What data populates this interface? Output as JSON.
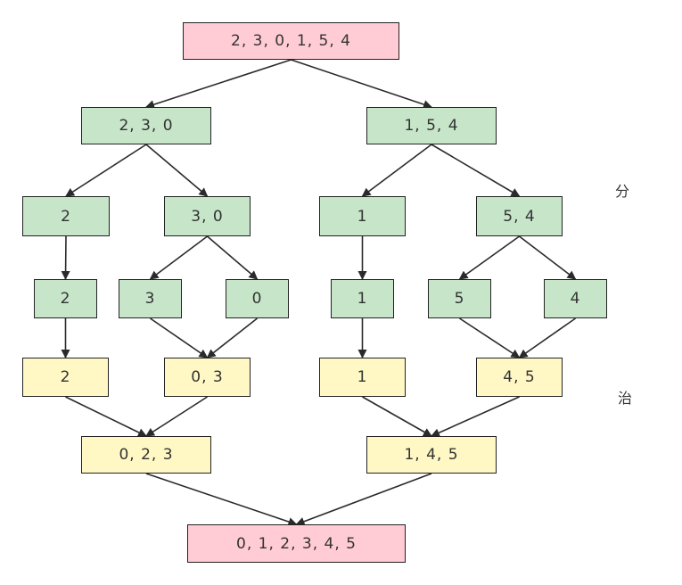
{
  "colors": {
    "pink": "#ffccd5",
    "green": "#c6e5c9",
    "yellow": "#fff8c4",
    "line": "#2a2a2a"
  },
  "labels": {
    "divide": "分",
    "conquer": "治"
  },
  "nodes": [
    {
      "id": "root",
      "text": "2, 3, 0, 1, 5, 4",
      "color": "pink"
    },
    {
      "id": "l1",
      "text": "2, 3, 0",
      "color": "green"
    },
    {
      "id": "r1",
      "text": "1, 5, 4",
      "color": "green"
    },
    {
      "id": "l2a",
      "text": "2",
      "color": "green"
    },
    {
      "id": "l2b",
      "text": "3, 0",
      "color": "green"
    },
    {
      "id": "r2a",
      "text": "1",
      "color": "green"
    },
    {
      "id": "r2b",
      "text": "5, 4",
      "color": "green"
    },
    {
      "id": "l3a",
      "text": "2",
      "color": "green"
    },
    {
      "id": "l3b",
      "text": "3",
      "color": "green"
    },
    {
      "id": "l3c",
      "text": "0",
      "color": "green"
    },
    {
      "id": "r3a",
      "text": "1",
      "color": "green"
    },
    {
      "id": "r3b",
      "text": "5",
      "color": "green"
    },
    {
      "id": "r3c",
      "text": "4",
      "color": "green"
    },
    {
      "id": "l4a",
      "text": "2",
      "color": "yellow"
    },
    {
      "id": "l4b",
      "text": "0, 3",
      "color": "yellow"
    },
    {
      "id": "r4a",
      "text": "1",
      "color": "yellow"
    },
    {
      "id": "r4b",
      "text": "4, 5",
      "color": "yellow"
    },
    {
      "id": "l5",
      "text": "0, 2, 3",
      "color": "yellow"
    },
    {
      "id": "r5",
      "text": "1, 4, 5",
      "color": "yellow"
    },
    {
      "id": "result",
      "text": "0, 1, 2, 3, 4, 5",
      "color": "pink"
    }
  ],
  "edges": [
    [
      "root",
      "l1"
    ],
    [
      "root",
      "r1"
    ],
    [
      "l1",
      "l2a"
    ],
    [
      "l1",
      "l2b"
    ],
    [
      "r1",
      "r2a"
    ],
    [
      "r1",
      "r2b"
    ],
    [
      "l2a",
      "l3a"
    ],
    [
      "l2b",
      "l3b"
    ],
    [
      "l2b",
      "l3c"
    ],
    [
      "r2a",
      "r3a"
    ],
    [
      "r2b",
      "r3b"
    ],
    [
      "r2b",
      "r3c"
    ],
    [
      "l3a",
      "l4a"
    ],
    [
      "l3b",
      "l4b"
    ],
    [
      "l3c",
      "l4b"
    ],
    [
      "r3a",
      "r4a"
    ],
    [
      "r3b",
      "r4b"
    ],
    [
      "r3c",
      "r4b"
    ],
    [
      "l4a",
      "l5"
    ],
    [
      "l4b",
      "l5"
    ],
    [
      "r4a",
      "r5"
    ],
    [
      "r4b",
      "r5"
    ],
    [
      "l5",
      "result"
    ],
    [
      "r5",
      "result"
    ]
  ]
}
